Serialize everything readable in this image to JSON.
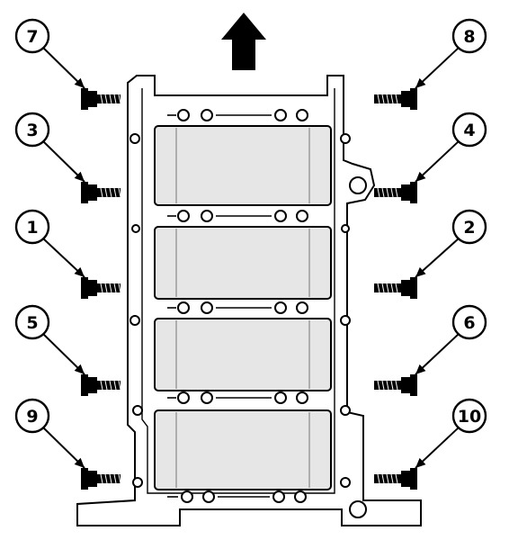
{
  "diagram": {
    "colors": {
      "line": "#000000",
      "cap_fill": "#e6e6e6",
      "background": "#ffffff",
      "bolt": "#000000"
    },
    "front_arrow_icon": "arrow-up-icon",
    "callouts": [
      {
        "label": "7",
        "side": "left",
        "row": 0
      },
      {
        "label": "8",
        "side": "right",
        "row": 0
      },
      {
        "label": "3",
        "side": "left",
        "row": 1
      },
      {
        "label": "4",
        "side": "right",
        "row": 1
      },
      {
        "label": "1",
        "side": "left",
        "row": 2
      },
      {
        "label": "2",
        "side": "right",
        "row": 2
      },
      {
        "label": "5",
        "side": "left",
        "row": 3
      },
      {
        "label": "6",
        "side": "right",
        "row": 3
      },
      {
        "label": "9",
        "side": "left",
        "row": 4
      },
      {
        "label": "10",
        "side": "right",
        "row": 4
      }
    ]
  }
}
